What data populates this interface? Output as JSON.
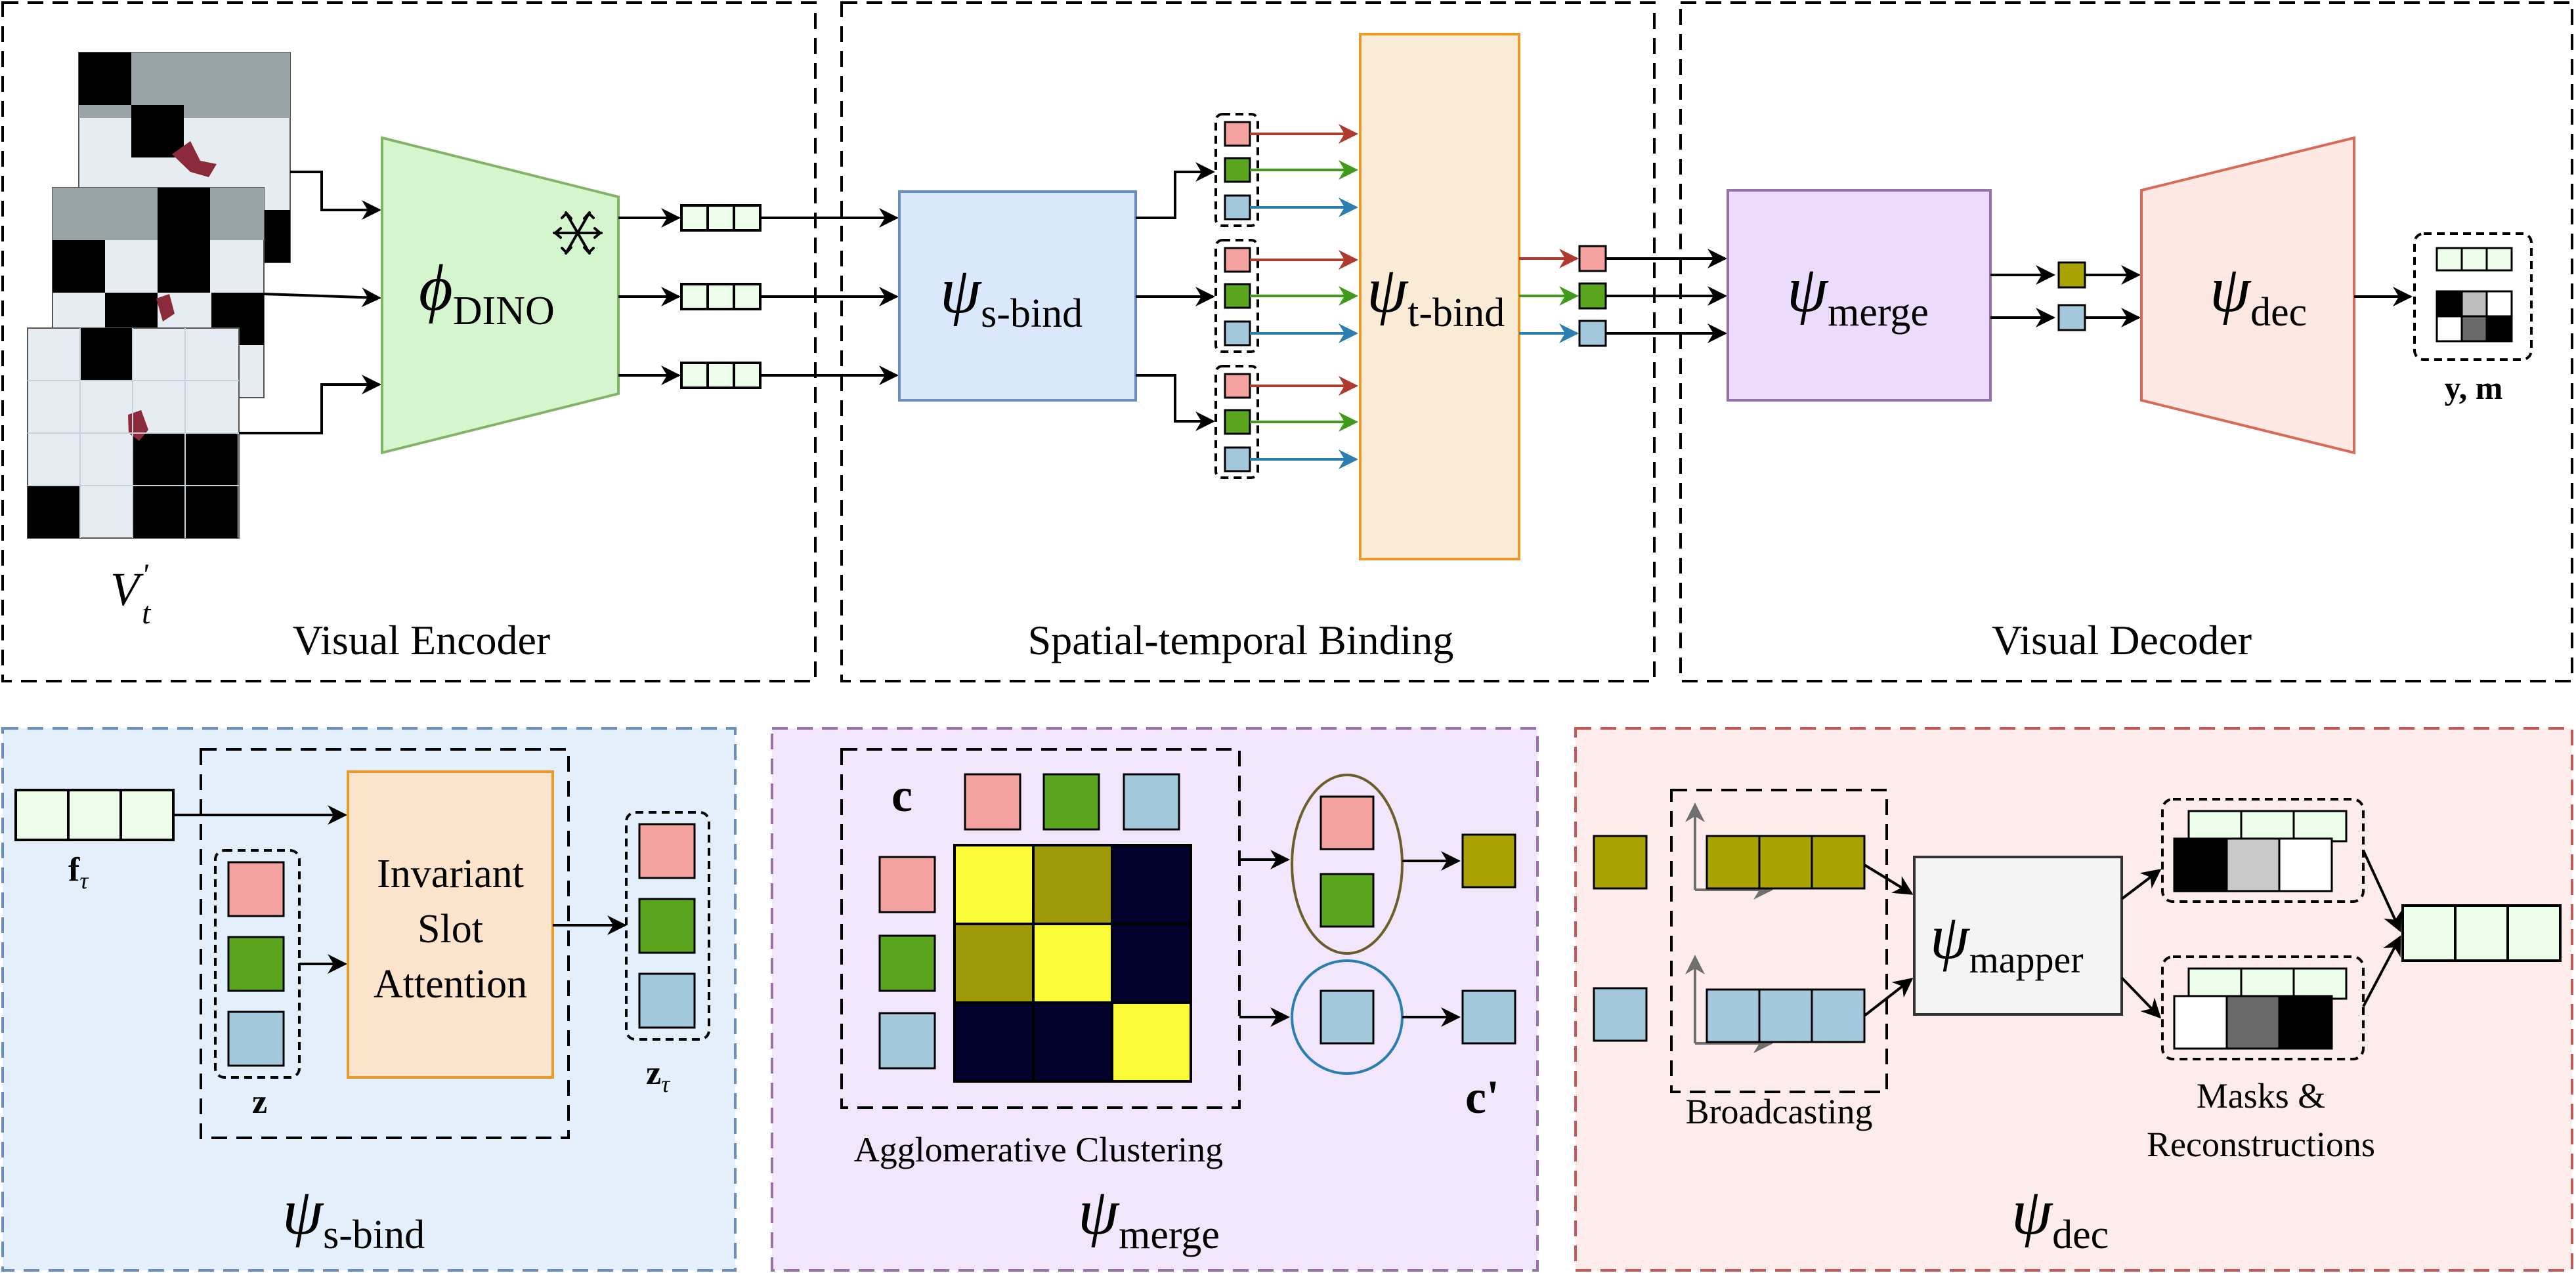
{
  "colors": {
    "frame_light_green": "#ecfde9",
    "green_stroke": "#82b366",
    "fill_green_trap": "#d5f5cf",
    "blue_box_fill": "#dae8fc",
    "blue_box_stroke": "#6c8ebf",
    "tbind_fill": "#f9ebd6",
    "tbind_stroke": "#e89a2a",
    "merge_fill": "#eadcfa",
    "merge_stroke": "#9673a6",
    "dec_fill": "#fde8e4",
    "dec_stroke": "#d86a5a",
    "slot_red": "#f4a2a0",
    "slot_green": "#5aa51d",
    "slot_blue": "#a3c8dc",
    "slot_olive": "#a8a303",
    "arrow_red": "#b03a2e",
    "arrow_green": "#3e9c1a",
    "arrow_blue": "#2a7fb0",
    "panel1_fill": "#e3f0fc",
    "panel1_stroke": "#6c8ebf",
    "panel2_fill": "#f1e6fb",
    "panel2_stroke": "#9673a6",
    "panel3_fill": "#fdeceb",
    "panel3_stroke": "#c25a5a",
    "heat_bright": "#fcfb38",
    "heat_olive": "#9e9a07",
    "heat_dark": "#03032e"
  },
  "top": {
    "input_label_base": "V",
    "input_label_sub": "t",
    "input_label_sup": "'",
    "encoder": {
      "sym": "ϕ",
      "sub": "DINO",
      "frozen_icon": "snowflake-icon",
      "section_label": "Visual Encoder"
    },
    "sbind": {
      "sym": "ψ",
      "sub": "s-bind"
    },
    "tbind": {
      "sym": "ψ",
      "sub": "t-bind"
    },
    "binding_section_label": "Spatial-temporal Binding",
    "merge": {
      "sym": "ψ",
      "sub": "merge"
    },
    "dec": {
      "sym": "ψ",
      "sub": "dec"
    },
    "output_label": "y, m",
    "decoder_section_label": "Visual Decoder"
  },
  "panel_sbind": {
    "f_label": "f",
    "f_sub": "τ",
    "z_label": "z",
    "zt_label": "z",
    "zt_sub": "τ",
    "isa_lines": [
      "Invariant",
      "Slot",
      "Attention"
    ],
    "title_sym": "ψ",
    "title_sub": "s-bind"
  },
  "panel_merge": {
    "c_label": "c",
    "c_prime_label": "c'",
    "caption": "Agglomerative Clustering",
    "title_sym": "ψ",
    "title_sub": "merge"
  },
  "panel_dec": {
    "broadcast_label": "Broadcasting",
    "mapper_sym": "ψ",
    "mapper_sub": "mapper",
    "masks_line1": "Masks &",
    "masks_line2": "Reconstructions",
    "title_sym": "ψ",
    "title_sub": "dec"
  }
}
